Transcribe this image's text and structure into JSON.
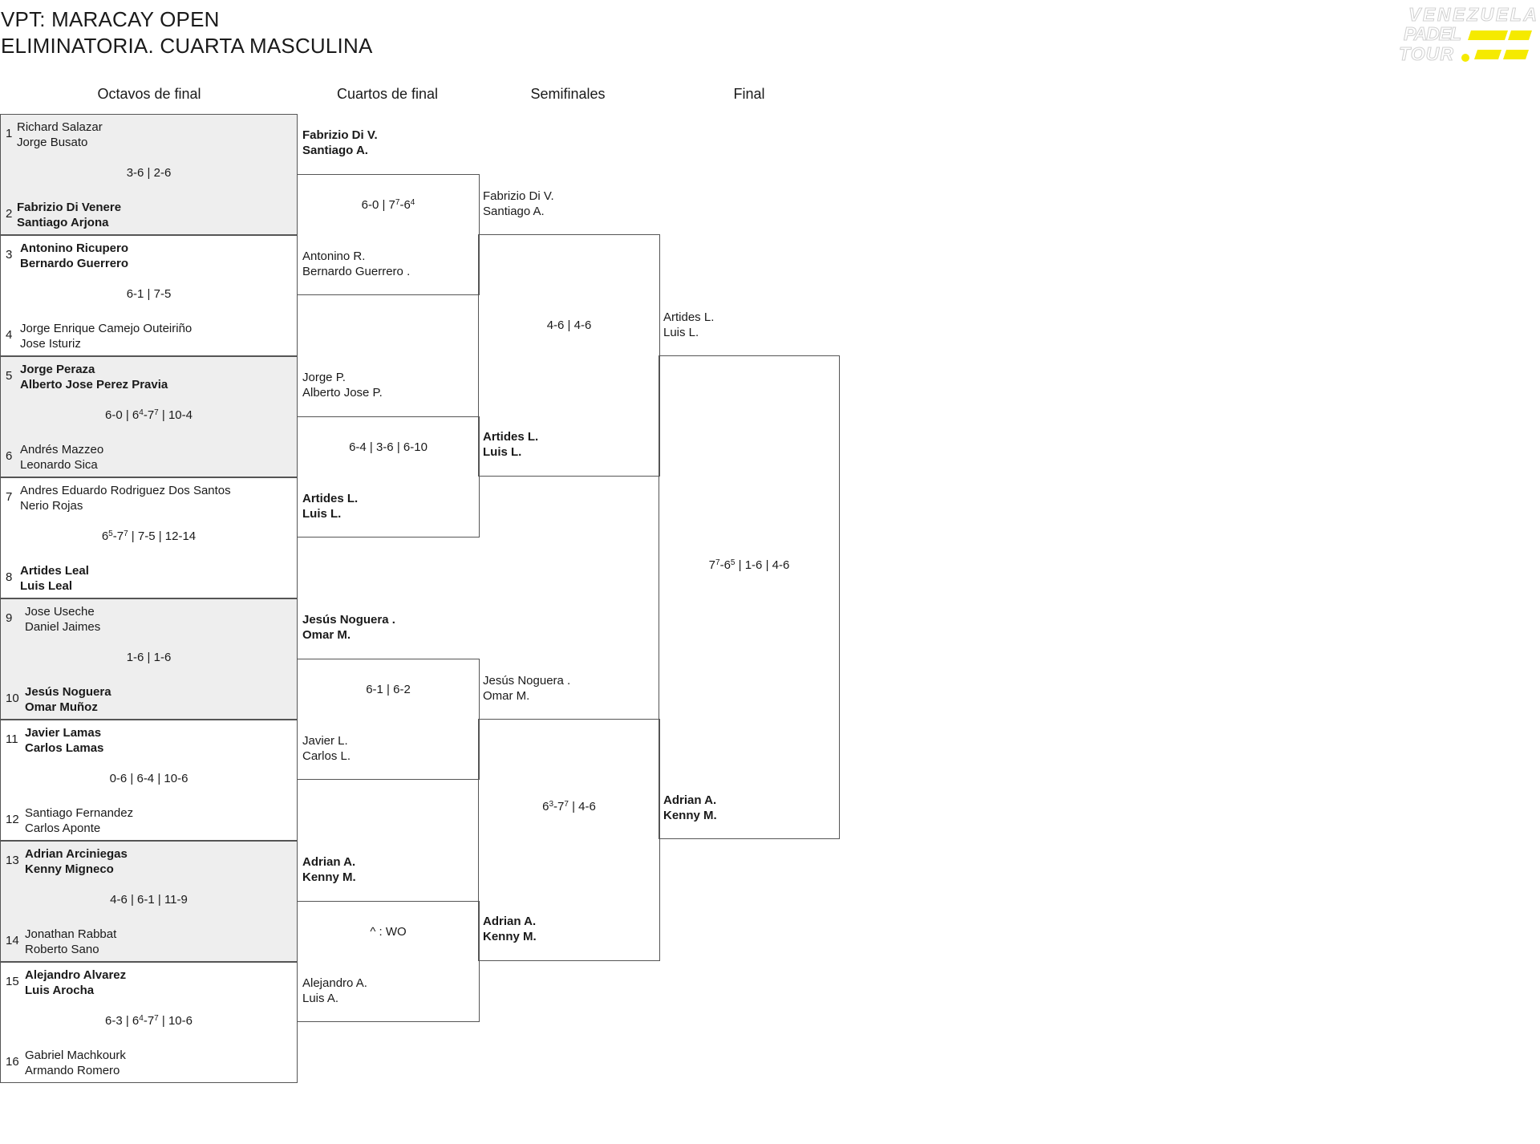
{
  "header": {
    "title_line1": "VPT: MARACAY OPEN",
    "title_line2": "ELIMINATORIA. CUARTA MASCULINA",
    "logo_text": "VENEZUELA PADEL TOUR",
    "logo_accent_color": "#f5ea00"
  },
  "rounds": [
    "Octavos de final",
    "Cuartos de final",
    "Semifinales",
    "Final"
  ],
  "octavos": [
    {
      "seed_a": "1",
      "team_a": [
        "Richard Salazar",
        "Jorge Busato"
      ],
      "seed_b": "2",
      "team_b": [
        "Fabrizio Di Venere",
        "Santiago Arjona"
      ],
      "winner": "b",
      "score": "3-6 | 2-6"
    },
    {
      "seed_a": "3",
      "team_a": [
        "Antonino Ricupero",
        "Bernardo Guerrero"
      ],
      "seed_b": "4",
      "team_b": [
        "Jorge Enrique Camejo Outeiriño",
        "Jose Isturiz"
      ],
      "winner": "a",
      "score": "6-1 | 7-5"
    },
    {
      "seed_a": "5",
      "team_a": [
        "Jorge Peraza",
        "Alberto Jose Perez Pravia"
      ],
      "seed_b": "6",
      "team_b": [
        "Andrés Mazzeo",
        "Leonardo Sica"
      ],
      "winner": "a",
      "score_html": "6-0 | 6<sup>4</sup>-7<sup>7</sup> | 10-4",
      "score": "6-0 | 64-77 | 10-4"
    },
    {
      "seed_a": "7",
      "team_a": [
        "Andres Eduardo Rodriguez Dos Santos",
        "Nerio Rojas"
      ],
      "seed_b": "8",
      "team_b": [
        "Artides Leal",
        "Luis Leal"
      ],
      "winner": "b",
      "score_html": "6<sup>5</sup>-7<sup>7</sup> | 7-5 | 12-14",
      "score": "65-77 | 7-5 | 12-14"
    },
    {
      "seed_a": "9",
      "team_a": [
        "Jose Useche",
        "Daniel Jaimes"
      ],
      "seed_b": "10",
      "team_b": [
        "Jesús Noguera",
        "Omar Muñoz"
      ],
      "winner": "b",
      "score": "1-6 | 1-6"
    },
    {
      "seed_a": "11",
      "team_a": [
        "Javier Lamas",
        "Carlos Lamas"
      ],
      "seed_b": "12",
      "team_b": [
        "Santiago Fernandez",
        "Carlos Aponte"
      ],
      "winner": "a",
      "score": "0-6 | 6-4 | 10-6"
    },
    {
      "seed_a": "13",
      "team_a": [
        "Adrian Arciniegas",
        "Kenny Migneco"
      ],
      "seed_b": "14",
      "team_b": [
        "Jonathan Rabbat",
        "Roberto Sano"
      ],
      "winner": "a",
      "score": "4-6 | 6-1 | 11-9"
    },
    {
      "seed_a": "15",
      "team_a": [
        "Alejandro Alvarez",
        "Luis Arocha"
      ],
      "seed_b": "16",
      "team_b": [
        "Gabriel Machkourk",
        "Armando Romero"
      ],
      "winner": "a",
      "score_html": "6-3 | 6<sup>4</sup>-7<sup>7</sup> | 10-6",
      "score": "6-3 | 64-77 | 10-6"
    }
  ],
  "cuartos": [
    {
      "team_a": [
        "Fabrizio Di V.",
        "Santiago A."
      ],
      "team_b": [
        "Antonino R.",
        "Bernardo Guerrero ."
      ],
      "winner": "a",
      "score_html": "6-0 | 7<sup>7</sup>-6<sup>4</sup>",
      "score": "6-0 | 77-64"
    },
    {
      "team_a": [
        "Jorge P.",
        "Alberto Jose P."
      ],
      "team_b": [
        "Artides L.",
        "Luis L."
      ],
      "winner": "b",
      "score": "6-4 | 3-6 | 6-10"
    },
    {
      "team_a": [
        "Jesús Noguera .",
        "Omar M."
      ],
      "team_b": [
        "Javier L.",
        "Carlos L."
      ],
      "winner": "a",
      "score": "6-1 | 6-2"
    },
    {
      "team_a": [
        "Adrian A.",
        "Kenny M."
      ],
      "team_b": [
        "Alejandro A.",
        "Luis A."
      ],
      "winner": "a",
      "score": "^ : WO"
    }
  ],
  "semis": [
    {
      "team_a": [
        "Fabrizio Di V.",
        "Santiago A."
      ],
      "team_b": [
        "Artides L.",
        "Luis L."
      ],
      "winner": "b",
      "score": "4-6 | 4-6"
    },
    {
      "team_a": [
        "Jesús Noguera .",
        "Omar M."
      ],
      "team_b": [
        "Adrian A.",
        "Kenny M."
      ],
      "winner": "b",
      "score_html": "6<sup>3</sup>-7<sup>7</sup> | 4-6",
      "score": "63-77 | 4-6"
    }
  ],
  "final": {
    "team_a": [
      "Artides L.",
      "Luis L."
    ],
    "team_b": [
      "Adrian A.",
      "Kenny M."
    ],
    "winner": "b",
    "score_html": "7<sup>7</sup>-6<sup>5</sup> | 1-6 | 4-6",
    "score": "77-65 | 1-6 | 4-6"
  }
}
